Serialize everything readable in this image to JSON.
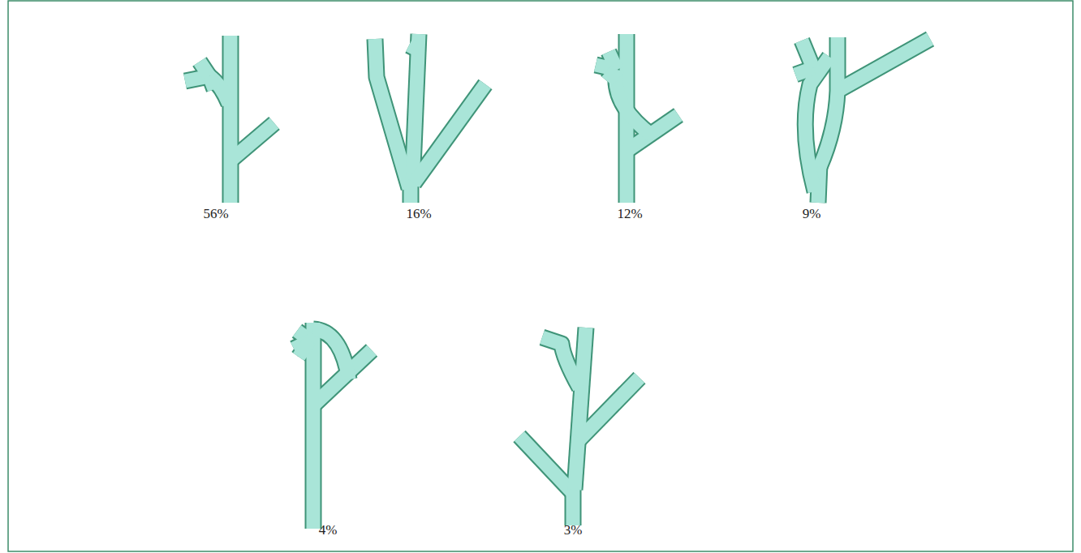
{
  "diagram": {
    "labels": [
      "56%",
      "16%",
      "12%",
      "9%",
      "4%",
      "3%"
    ]
  }
}
